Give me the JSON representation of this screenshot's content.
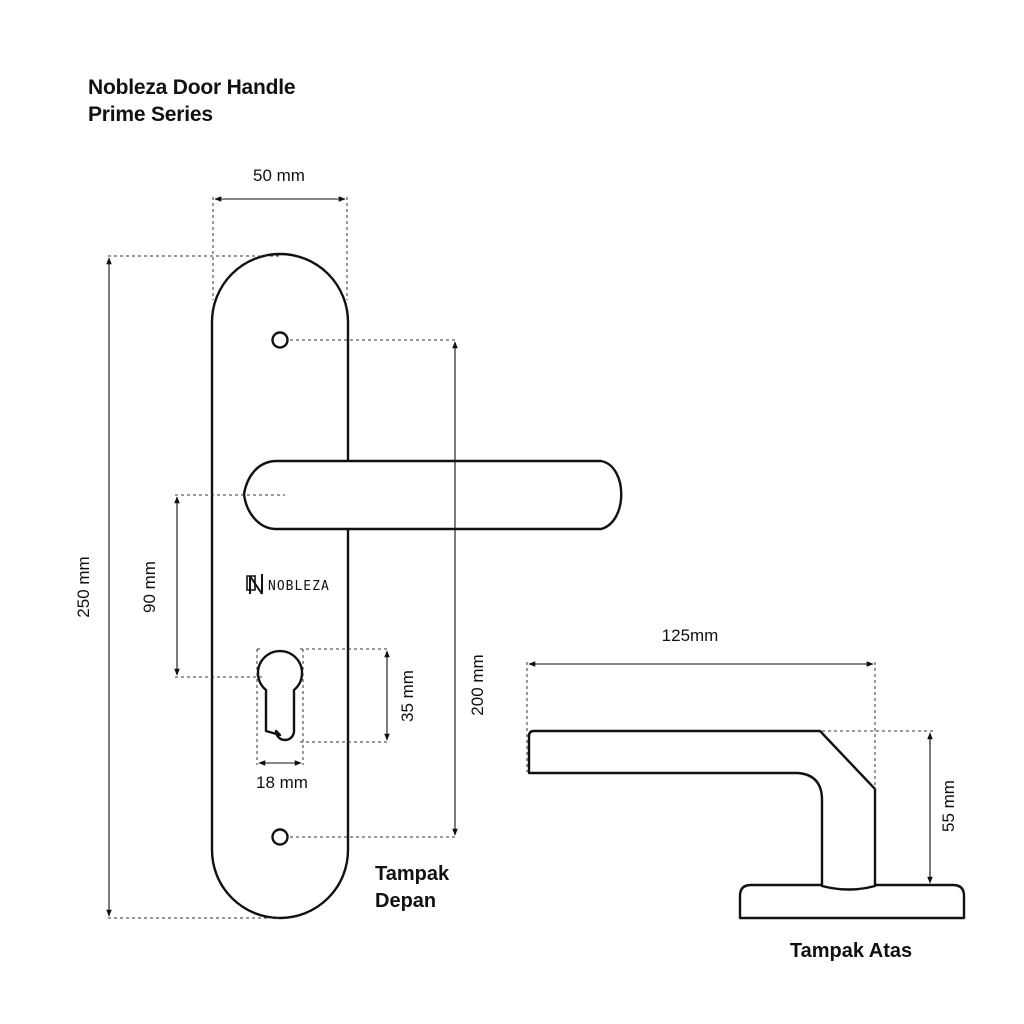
{
  "title": {
    "line1": "Nobleza Door Handle",
    "line2": "Prime Series"
  },
  "front_view": {
    "caption_line1": "Tampak",
    "caption_line2": "Depan",
    "logo_text": "NOBLEZA",
    "dimensions": {
      "plate_width": "50 mm",
      "plate_height": "250 mm",
      "screw_spacing": "200 mm",
      "handle_to_cylinder": "90 mm",
      "cylinder_height": "35 mm",
      "cylinder_width": "18 mm"
    }
  },
  "top_view": {
    "caption": "Tampak Atas",
    "dimensions": {
      "handle_length": "125mm",
      "projection": "55 mm"
    }
  },
  "colors": {
    "line": "#111111",
    "background": "#ffffff"
  }
}
